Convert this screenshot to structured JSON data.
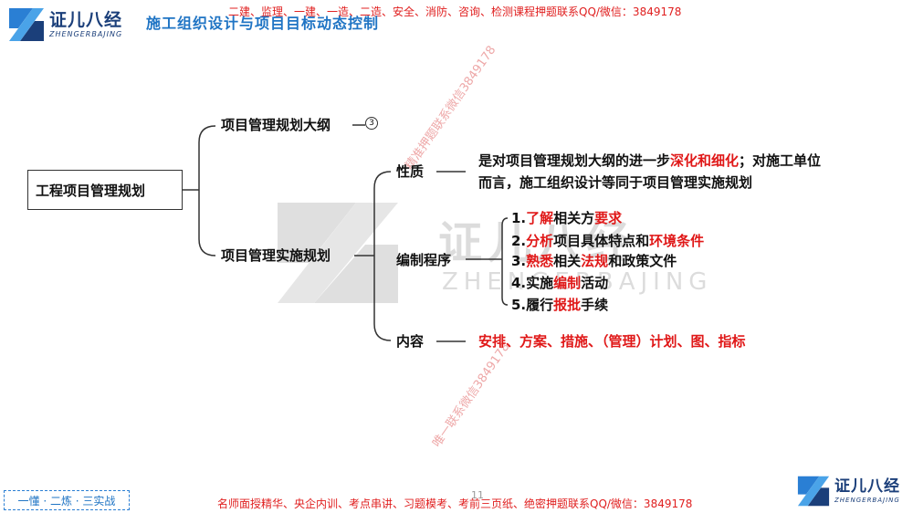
{
  "brand": {
    "name_cn": "证儿八经",
    "name_en": "ZHENGERBAJING",
    "color": "#1b3f7a"
  },
  "header": {
    "title": "施工组织设计与项目目标动态控制",
    "banner": "二建、监理、一建、一造、二造、安全、消防、咨询、检测课程押题联系QQ/微信：3849178"
  },
  "watermarks": {
    "diag1": "精准押题联系微信3849178",
    "diag2": "唯一联系微信3849178"
  },
  "tree": {
    "root": "工程项目管理规划",
    "branch1": {
      "label": "项目管理规划大纲",
      "badge": "3"
    },
    "branch2": {
      "label": "项目管理实施规划",
      "children": {
        "nature": {
          "label": "性质",
          "line1_a": "是对项目管理规划大纲的进一步",
          "line1_red": "深化和细化",
          "line1_b": "；对施工单位",
          "line2": "而言，施工组织设计等同于项目管理实施规划"
        },
        "procedure": {
          "label": "编制程序",
          "steps": [
            {
              "num": "1.",
              "red1": "了解",
              "mid": "相关方",
              "red2": "要求",
              "tail": ""
            },
            {
              "num": "2.",
              "red1": "分析",
              "mid": "项目具体特点和",
              "red2": "环境条件",
              "tail": ""
            },
            {
              "num": "3.",
              "red1": "熟悉",
              "mid": "相关",
              "red2": "法规",
              "tail": "和政策文件"
            },
            {
              "num": "4.",
              "red1": "",
              "mid": "实施",
              "red2": "编制",
              "tail": "活动"
            },
            {
              "num": "5.",
              "red1": "",
              "mid": "履行",
              "red2": "报批",
              "tail": "手续"
            }
          ]
        },
        "content": {
          "label": "内容",
          "text": "安排、方案、措施、（管理）计划、图、指标"
        }
      }
    }
  },
  "footer": {
    "motto": "一懂 · 二炼 · 三实战",
    "banner": "名师面授精华、央企内训、考点串讲、习题模考、考前三页纸、绝密押题联系QQ/微信：3849178",
    "page": "11"
  }
}
